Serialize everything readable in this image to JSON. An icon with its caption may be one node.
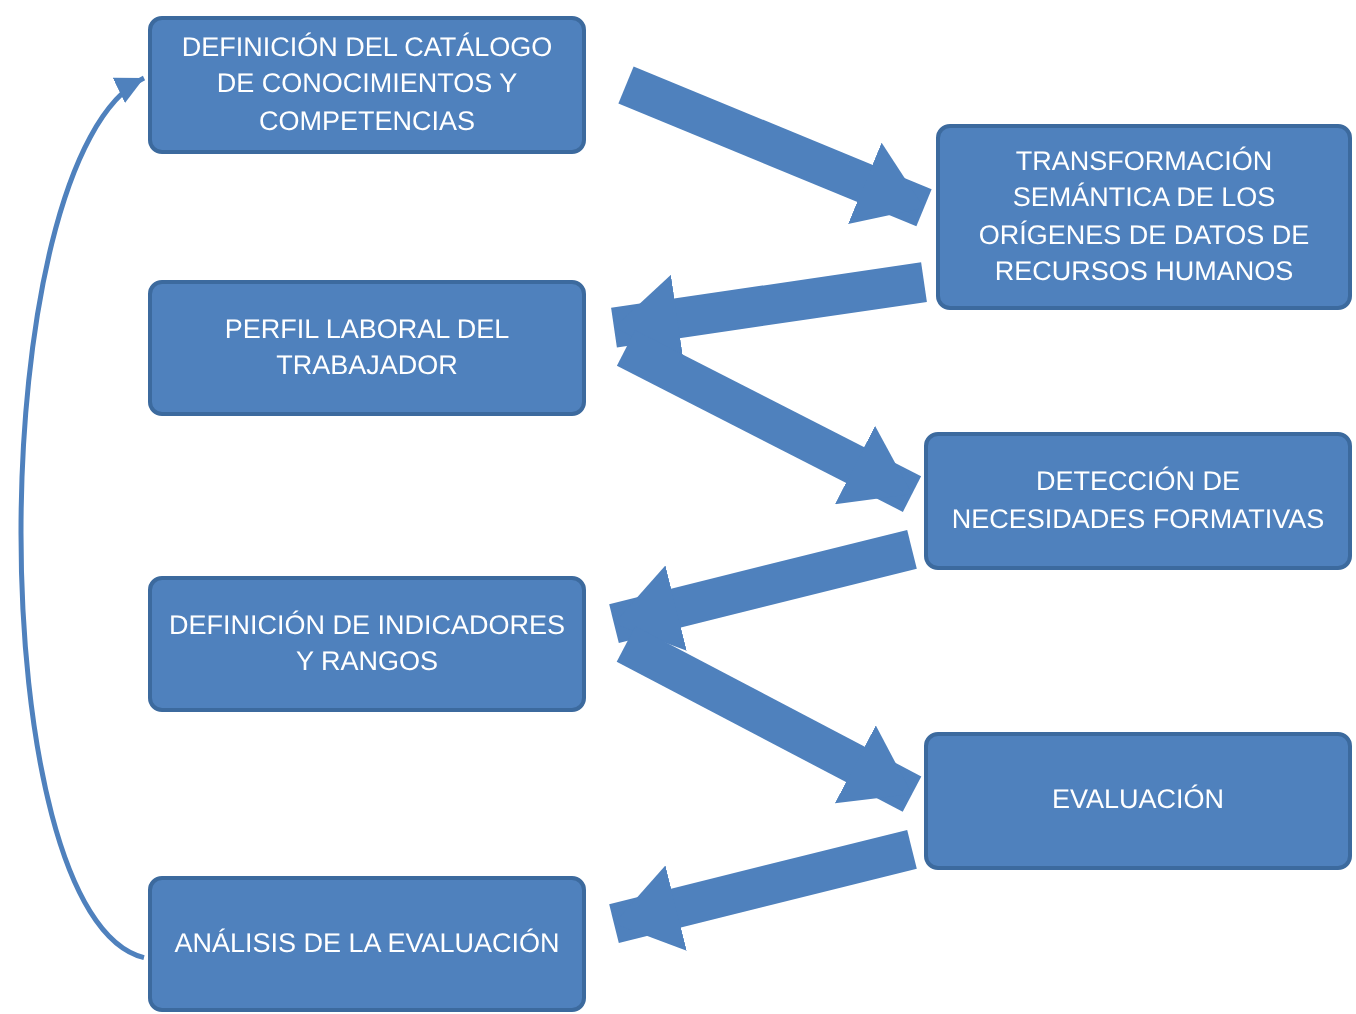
{
  "diagram": {
    "nodes": [
      {
        "text": [
          "DEFINICIÓN DEL CATÁLOGO DE CONOCIMIENTOS Y COMPETENCIAS"
        ]
      },
      {
        "text": [
          "TRANSFORMACIÓN SEMÁNTICA DE LOS ORÍGENES DE DATOS DE RECURSOS HUMANOS"
        ]
      },
      {
        "text": [
          "PERFIL LABORAL DEL TRABAJADOR"
        ]
      },
      {
        "text": [
          "DETECCIÓN DE NECESIDADES FORMATIVAS"
        ]
      },
      {
        "text": [
          "DEFINICIÓN DE INDICADORES Y RANGOS"
        ]
      },
      {
        "text": [
          "EVALUACIÓN"
        ]
      },
      {
        "text": [
          "ANÁLISIS DE LA EVALUACIÓN"
        ]
      }
    ],
    "edges": [
      {
        "from": 0,
        "to": 1,
        "arrow": "to"
      },
      {
        "from": 1,
        "to": 2,
        "arrow": "to"
      },
      {
        "from": 2,
        "to": 3,
        "arrow": "to"
      },
      {
        "from": 3,
        "to": 4,
        "arrow": "to"
      },
      {
        "from": 4,
        "to": 5,
        "arrow": "to"
      },
      {
        "from": 5,
        "to": 6,
        "arrow": "to"
      },
      {
        "from": 6,
        "to": 0,
        "arrow": "to"
      }
    ]
  }
}
